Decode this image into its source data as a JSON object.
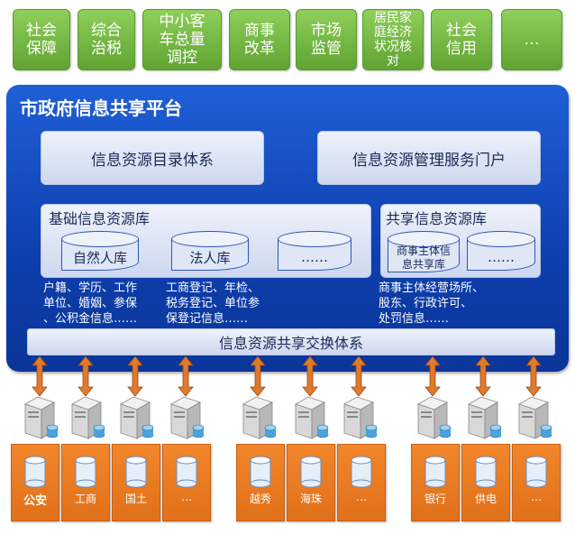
{
  "applications": [
    {
      "label": "社会\n保障"
    },
    {
      "label": "综合\n治税"
    },
    {
      "label": "中小客\n车总量\n调控"
    },
    {
      "label": "商事\n改革"
    },
    {
      "label": "市场\n监管"
    },
    {
      "label": "居民家\n庭经济\n状况核\n对"
    },
    {
      "label": "社会\n信用"
    },
    {
      "label": "…"
    }
  ],
  "platform": {
    "title": "市政府信息共享平台",
    "catalog": "信息资源目录体系",
    "portal": "信息资源管理服务门户",
    "base_library": {
      "title": "基础信息资源库",
      "databases": [
        "自然人库",
        "法人库",
        "……"
      ]
    },
    "shared_library": {
      "title": "共享信息资源库",
      "databases": [
        "商事主体信\n息共享库",
        "……"
      ]
    },
    "descriptions": [
      "户籍、学历、工作\n单位、婚姻、参保\n、公积金信息……",
      "工商登记、年检、\n税务登记、单位参\n保登记信息……",
      "商事主体经营场所、\n股东、行政许可、\n处罚信息……"
    ],
    "exchange": "信息资源共享交换体系"
  },
  "sources": [
    {
      "label": "公安"
    },
    {
      "label": "工商"
    },
    {
      "label": "国土"
    },
    {
      "label": "…"
    },
    {
      "label": "越秀"
    },
    {
      "label": "海珠"
    },
    {
      "label": "…"
    },
    {
      "label": "银行"
    },
    {
      "label": "供电"
    },
    {
      "label": "…"
    }
  ],
  "colors": {
    "application_green": "#6cb33f",
    "platform_blue": "#1549c0",
    "source_orange": "#ee7d22",
    "arrow_orange": "#e07a2c"
  }
}
